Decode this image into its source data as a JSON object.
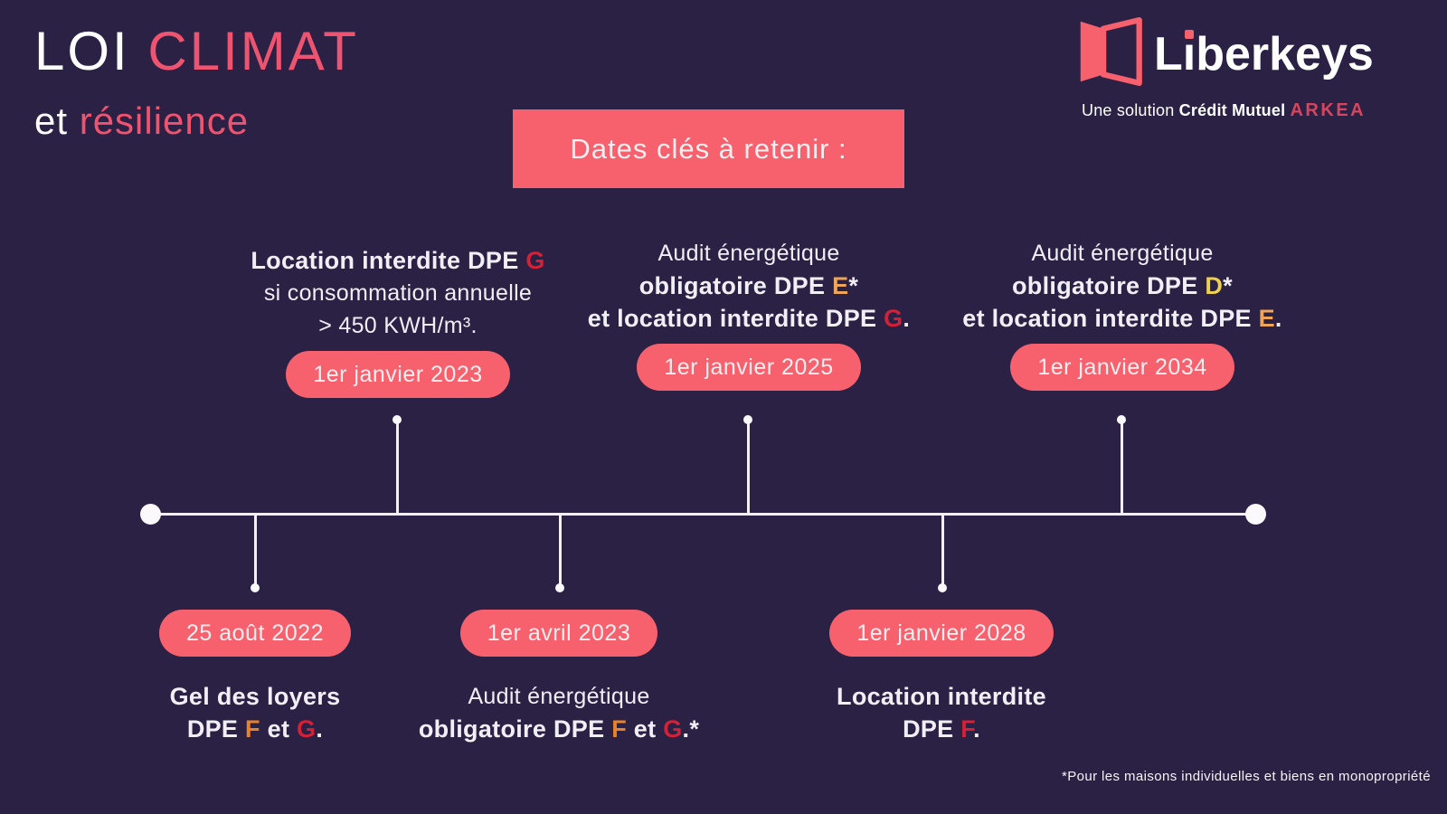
{
  "colors": {
    "background": "#2b2144",
    "accent_pink": "#f7606d",
    "title_pink": "#ee536f",
    "text_white": "#f4f0f6",
    "dpe_red": "#d62036",
    "dpe_orange": "#e98228",
    "dpe_amber": "#efa558",
    "dpe_yellow": "#ecd04e",
    "arkea_red": "#d6455e"
  },
  "header": {
    "title_part1": "LOI",
    "title_part2": "CLIMAT",
    "subtitle_part1": "et",
    "subtitle_part2": "résilience"
  },
  "logo": {
    "name": "Liberkeys",
    "name_pre_i": "L",
    "name_i_stem": "ı",
    "name_post_i": "berkeys",
    "tagline_prefix": "Une solution",
    "tagline_bold": "Crédit Mutuel",
    "tagline_brand": "ARKEA"
  },
  "banner": {
    "label": "Dates clés à retenir :"
  },
  "timeline": {
    "events": [
      {
        "date": "25 août 2022",
        "lines": [
          [
            "Gel des loyers"
          ],
          [
            "DPE ",
            "F",
            " et ",
            "G",
            "."
          ]
        ]
      },
      {
        "date": "1er janvier 2023",
        "lines": [
          [
            "Location interdite DPE ",
            "G"
          ],
          [
            "si consommation annuelle"
          ],
          [
            "> 450 KWH/m³."
          ]
        ]
      },
      {
        "date": "1er avril 2023",
        "lines": [
          [
            "Audit énergétique"
          ],
          [
            "obligatoire DPE ",
            "F",
            " et ",
            "G",
            ".*"
          ]
        ]
      },
      {
        "date": "1er janvier 2025",
        "lines": [
          [
            "Audit énergétique"
          ],
          [
            "obligatoire DPE ",
            "E",
            "*"
          ],
          [
            "et location interdite DPE ",
            "G",
            "."
          ]
        ]
      },
      {
        "date": "1er janvier 2028",
        "lines": [
          [
            "Location interdite"
          ],
          [
            "DPE ",
            "F",
            "."
          ]
        ]
      },
      {
        "date": "1er janvier 2034",
        "lines": [
          [
            "Audit énergétique"
          ],
          [
            "obligatoire DPE ",
            "D",
            "*"
          ],
          [
            "et location interdite DPE ",
            "E",
            "."
          ]
        ]
      }
    ]
  },
  "footnote": "*Pour les maisons individuelles et biens en monopropriété"
}
